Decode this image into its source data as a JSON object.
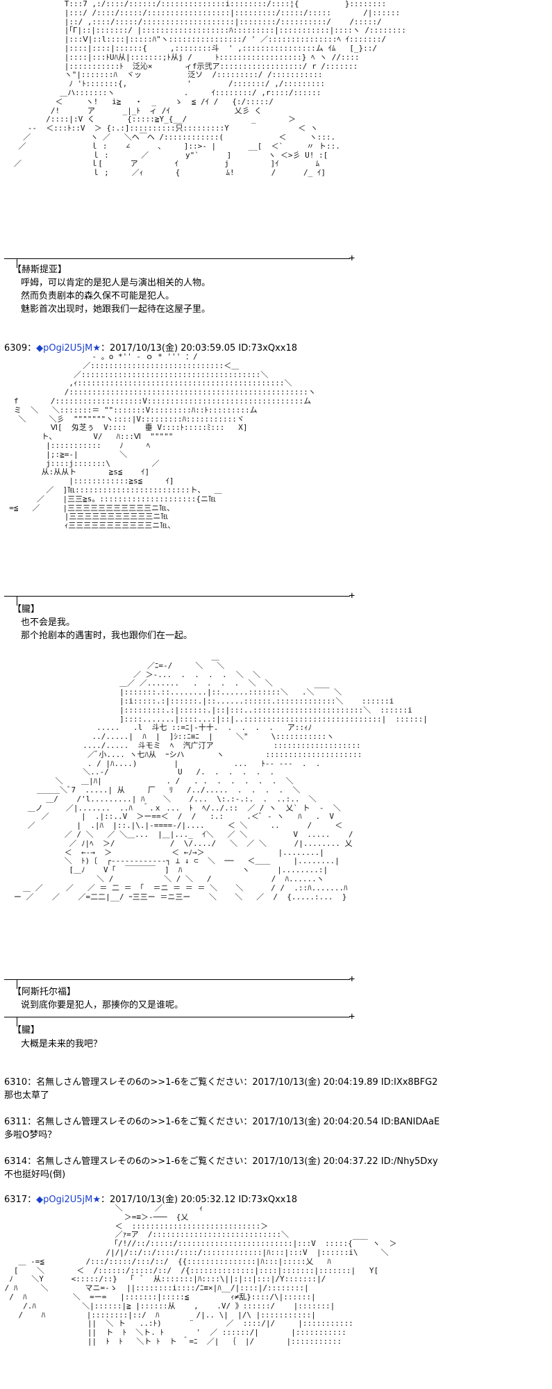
{
  "art1": "              T:::7 ,:/::::/::::::/::::::::::::::i::::::::/::::¦{          }::::::::\n              |:::/ /::::/:::::/::::::::::::::::::|:::::::::/:::::/:::::       /|::::::\n              |::/ ,::::/:::::/::::::::::::::::::::|::::::::/::::::::::/    /:::::/\n              |｢Γ|::|:::::::/ |:::::::::::::::::::ﾊ:::::::::|:::::::::::|::::ヽ /::::::::\n              |:::Ⅴ|::l::::|:::::ﾊ\"ヽ::::::::::::::::/ ' ／:::::::::::::::ﾍ ｲ:::::::/\n              |::::|::::|::::::{     ,::::::::斗  ' ,::::::::::::::::ム ｲﾑ   [_}::/\n              |::::|:::ﾄUﾊ从|:::::::;ﾄ从j /     ﾄ::::::::::::::::::} ﾍ ヽ //::::\n              |:::::::::::ﾄ  泛沁×       ィf示弐ア::::::::::::::::::/ r /:::::::\n              ヽ\"|:::::::ﾊ  ヾッ          泛ソ  /:::::::::/ /:::::::::::\n               ﾉ 'ﾄ:::::::{,             '        /:::::::/ ,/:::::::::\n             ＿ハ:::::::ヽ               .     ｲ::::::::/ ,r::::/::::::\n            ＜     ヽ!   i≧   ・  _    ゝ  ≦ /ｲ /   {:/:::::/\n           /!      ア      _|_ﾄ  ィ /ｲ              乂彡 く\n          /::::|:V く       {:::::≧Y_{__/              _       ＞\n      --  ＜:::ﾄ::V  ＞ {:.:]::::::::::只:::::::::Y               ＜ ヽ\n     ／             ヽ ／   ＼ヘ￣ヘ /::::::::::::(            ＜     ヽ:::.\n    ／              ｌ :    ∠      、    ]::>- |       __[  ＜`     〃 ト::.\n                    ｌ :       ／        y\"`      ]        ヽ ＜>彡 U! :[\n   ／               ｌ[      ア        ｲ          j         ]ｲ        ﾑ\n                    ｌ ;     ／ｨ       {          ﾑ!        /      /_ ｲ]",
  "block1": {
    "speaker": "【赫斯提亚】",
    "lines": [
      "呼姆，可以肯定的是犯人是与演出相关的人物。",
      "然而负责剧本的森久保不可能是犯人。",
      "魅影首次出现时，她跟我们一起待在这屋子里。"
    ]
  },
  "post6309": {
    "number": "6309：",
    "diamond": "◆",
    "trip": "pOgi2U5jM",
    "star": "★",
    "rest": "：2017/10/13(金) 20:03:59.05 ID:73xQxx18"
  },
  "art2": "                    ‐ 。o *'' ‐ ｏ * ''' ：/\n                  ／:::::::::::::::::::::::::::::＜＿\n                ／:::::::::::::::::::::::::::::::::::::::＼\n               ,ｨ:::::::::::::::::::::::::::::::::::::::::::::＼\n              /::::::::::::::::::::::::::::::::::::::::::::::::::::ヽ\n   f       /:::::::::::::::::::V::::::::::::::::::::::::::::::::::ム\n   ミ  ＼   ＼:::::::＝ \"\":::::::V:::::::::ﾊ::ﾄ:::::::::ム\n    ＼     ＼彡  \"\"\"\"\"\"\"ヽ::::|V:::::::::ﾊ:::::::::::ヾ\n           Ⅵ[  匁芝ぅ  V::::    垂 V::::ﾄ:::::ﾐ:::   X]\n         ト、        V/   ﾊ:::Ⅵ  \"\"\"\"\"\n          |:::::::::::    ﾉ     ﾍ\n          |;:≧=-|         ＼\n          j::::j:::::::\\         ／\n         从:从从ト       ≧s≦    ｲ]\n               |::::::::::::≧s≦     ｲ]\n          ／  ]℡:::::::::::::::::::::::::ト、  ＿\n        ／    |三三≧s。:::::::::::::::::::::{ニ℡\n  =≦   ／     |三三三三三三三三三三三ニ℡、\n              |三三三三三三三三三三三ニ℡\n              ｨ三三三三三三三三三三三ニ℡、",
  "block2": {
    "speaker": "【朧】",
    "lines": [
      "也不会是我。",
      "那个抢剧本的遇害时，我也跟你们在一起。"
    ]
  },
  "art3": "                                              ＿\n                                ／ﾆ=-/     ＼   ＼\n                             ／ ＞-...  .  .  .  .  ＼  ＼\n                          ＿／ ／.......   .  .  .  .  ＼  ＼\n                          |:::::::.::........|::......:::::::＼   .＼￣￣ ＼\n                          |:i:::::.:|::::::.|::......::::::.:::::::::::::＼    ::::::i\n                          |:::::::::.:|::::::.|::|:::..::::::::::::::::::::::::＼  ::::::i\n                          ]::::.......|::::...:|::|..::::::::::::::::::::::::::::::|  ::::::|\n                     .....   .l  斗七 ::=ﾆ|-十十.  .  .  .  .   ア::ｨﾉ\n                    ../.....|  ﾊ  |  ]ｼ::ﾆ≡ﾆ  |     ＼\"     \\:::::::::::ヽ\n                  ..../.....  斗モミ  ﾍ  汽广汀ア             :::::::::::::::::::\n                   ／ﾞ小.... ヽ七ﾊ从  ｰシハ       ヽ         :::::::::::::::::::::\n                   . / |ﾊ....)        |            ...   ﾄ-- ---  .  .\n                  ＼..-/               U   /.  .  .  .  .  .\n            ＼    ＿|ﾊ|              . /   . .  .  .  .  .  .  ＼\n        ＿＿＿＼ﾞ7  .....| 从     厂   ﾘ   /../.....  .  .  .  .  ＼\n          ＿/    /'l.........| ﾊ    ＼    /...  \\:.:-.:.  .  ..:..  ＼\n      ＿ノ     ／|.......  ..ﾊ  ＾.ｘ ...  ﾄ  ﾍ/../.::  ／ / ヽ  乂` ト  -  ＼\n         ／       |  .|::..V  ＞ー==＜  /  /   :.:     .＜ﾞ ‐ ヽ   ﾊ   .  V\n      ／         |  .|ﾊ  |::.|\\.|-====-/|....     ＜ ＼     ..      /     ＜\n              ／ / ＼   ／ ＼＿...  |＿|..._  ｲ＼   ／ ＼          V  .....    /\n               ／ ﾉ|ﾍ  ＞/            /  \\/..../   ＼  ／ ＼      /|........ 乂\n              ＜  ←‐→  ＞             ＜ ←ﾉ→＞                |........|\n              ＼  ﾄ)〔  ┌------------┐ ⊥ ↓ ⊂  ＼  ──   ＜＿＿     |........|\n               [＿ﾉ    V「  ￣￣￣￣  ]  ﾊ             ヽ      |........:|\n                     ＼ /           ＼ / ＼   /             /  ﾊ......ヽ\n     ＿ ／     ／   ／ ＝ 二 ＝ 「  ＝ニ ＝ ＝ ＝ ＼    ＼      / /  .::ﾊ.......ﾊ\n   ー ／    ／    ／=二二|__/ ｰ三三ー ＝ニ三ー    ＼    ＼   ／  /  {.....:...  }",
  "block3": {
    "speaker": "【阿斯托尔福】",
    "lines": [
      "说到底你要是犯人，那揍你的又是谁呢。"
    ]
  },
  "block4": {
    "speaker": "【朧】",
    "lines": [
      "大概是未来的我吧？"
    ]
  },
  "reply6310": {
    "header": "6310：名無しさん管理スレその6の>>1-6をご覧ください：2017/10/13(金) 20:04:19.89 ID:IXx8BFG2",
    "body": "那也太草了"
  },
  "reply6311": {
    "header": "6311：名無しさん管理スレその6の>>1-6をご覧ください：2017/10/13(金) 20:04:20.54 ID:BANIDAaE",
    "body": "多啦O梦吗？"
  },
  "reply6314": {
    "header": "6314：名無しさん管理スレその6の>>1-6をご覧ください：2017/10/13(金) 20:04:37.22 ID:/Nhy5Dxy",
    "body": "不也挺好吗(倒)"
  },
  "post6317": {
    "number": "6317：",
    "diamond": "◆",
    "trip": "pOgi2U5jM",
    "star": "★",
    "rest": "：2017/10/13(金) 20:05:32.12 ID:73xQxx18"
  },
  "art4": "                         ＼       ／        ｨ\n                           ＞=≡＞-───  {乂\n                         ＜  ::::::::::::::::::::::::::::＞\n                         ／ｧ=ア  /::::::::::::::::::::::::::::＼\n                        「/!//::/:::::/:::::::::::::::::::::::::|:::V  :::::{￣￣ ヽ  ＞\n                       /|/|/::/::/::::/::::/:::::::::::::|ﾊ:::|:::V  |::::::i\\     ＼\n    ＿ -=≦         /:::/:::::/:::/::/  {{:::::::::::::::|ﾊ:::|:::::乂   ﾊ\n   [    ＼       ＜  /::::::/:::::/::/  /{::::::::::::::|::::|:::::::|:::::::|   Y[\n  ﾉ    ＼Y      <:::::/::}  「  ﾞ  从:::::::|ﾊ::::\\||:|::|:::|/Y:::::::|/\n / ﾊ     ＼        マニ=-ゝ  ||::::::::i::::/ﾆ≡×|ﾊ__/|::::|/::::::::|\n  /  ﾊ          ＼  =ー=   |:::::::|:::::≦         ｨ≠乱}::::/\\|::::::|\n     /.ﾊ          ＼|::::::|≧ |::::::从    ,    .V/ 》::::::/    |:::::::|\n    /    ﾊ         |::::::::|::/  ﾊ        /|.. \\|  |/\\ |:::::::::::|\n                   ||  ＼ ト   ..:ﾄ)      ¨       ／  ::::/|/     |:::::::::::\n                   ||  ト  ﾄ  ＼ト. ﾄ       '  ／ ::::::/|       |:::::::::::\n                   ||  ﾄ  ﾄ   ＼ト ﾄ  ト ＾=ﾆ  ／|  ｛  |/       |:::::::::::"
}
